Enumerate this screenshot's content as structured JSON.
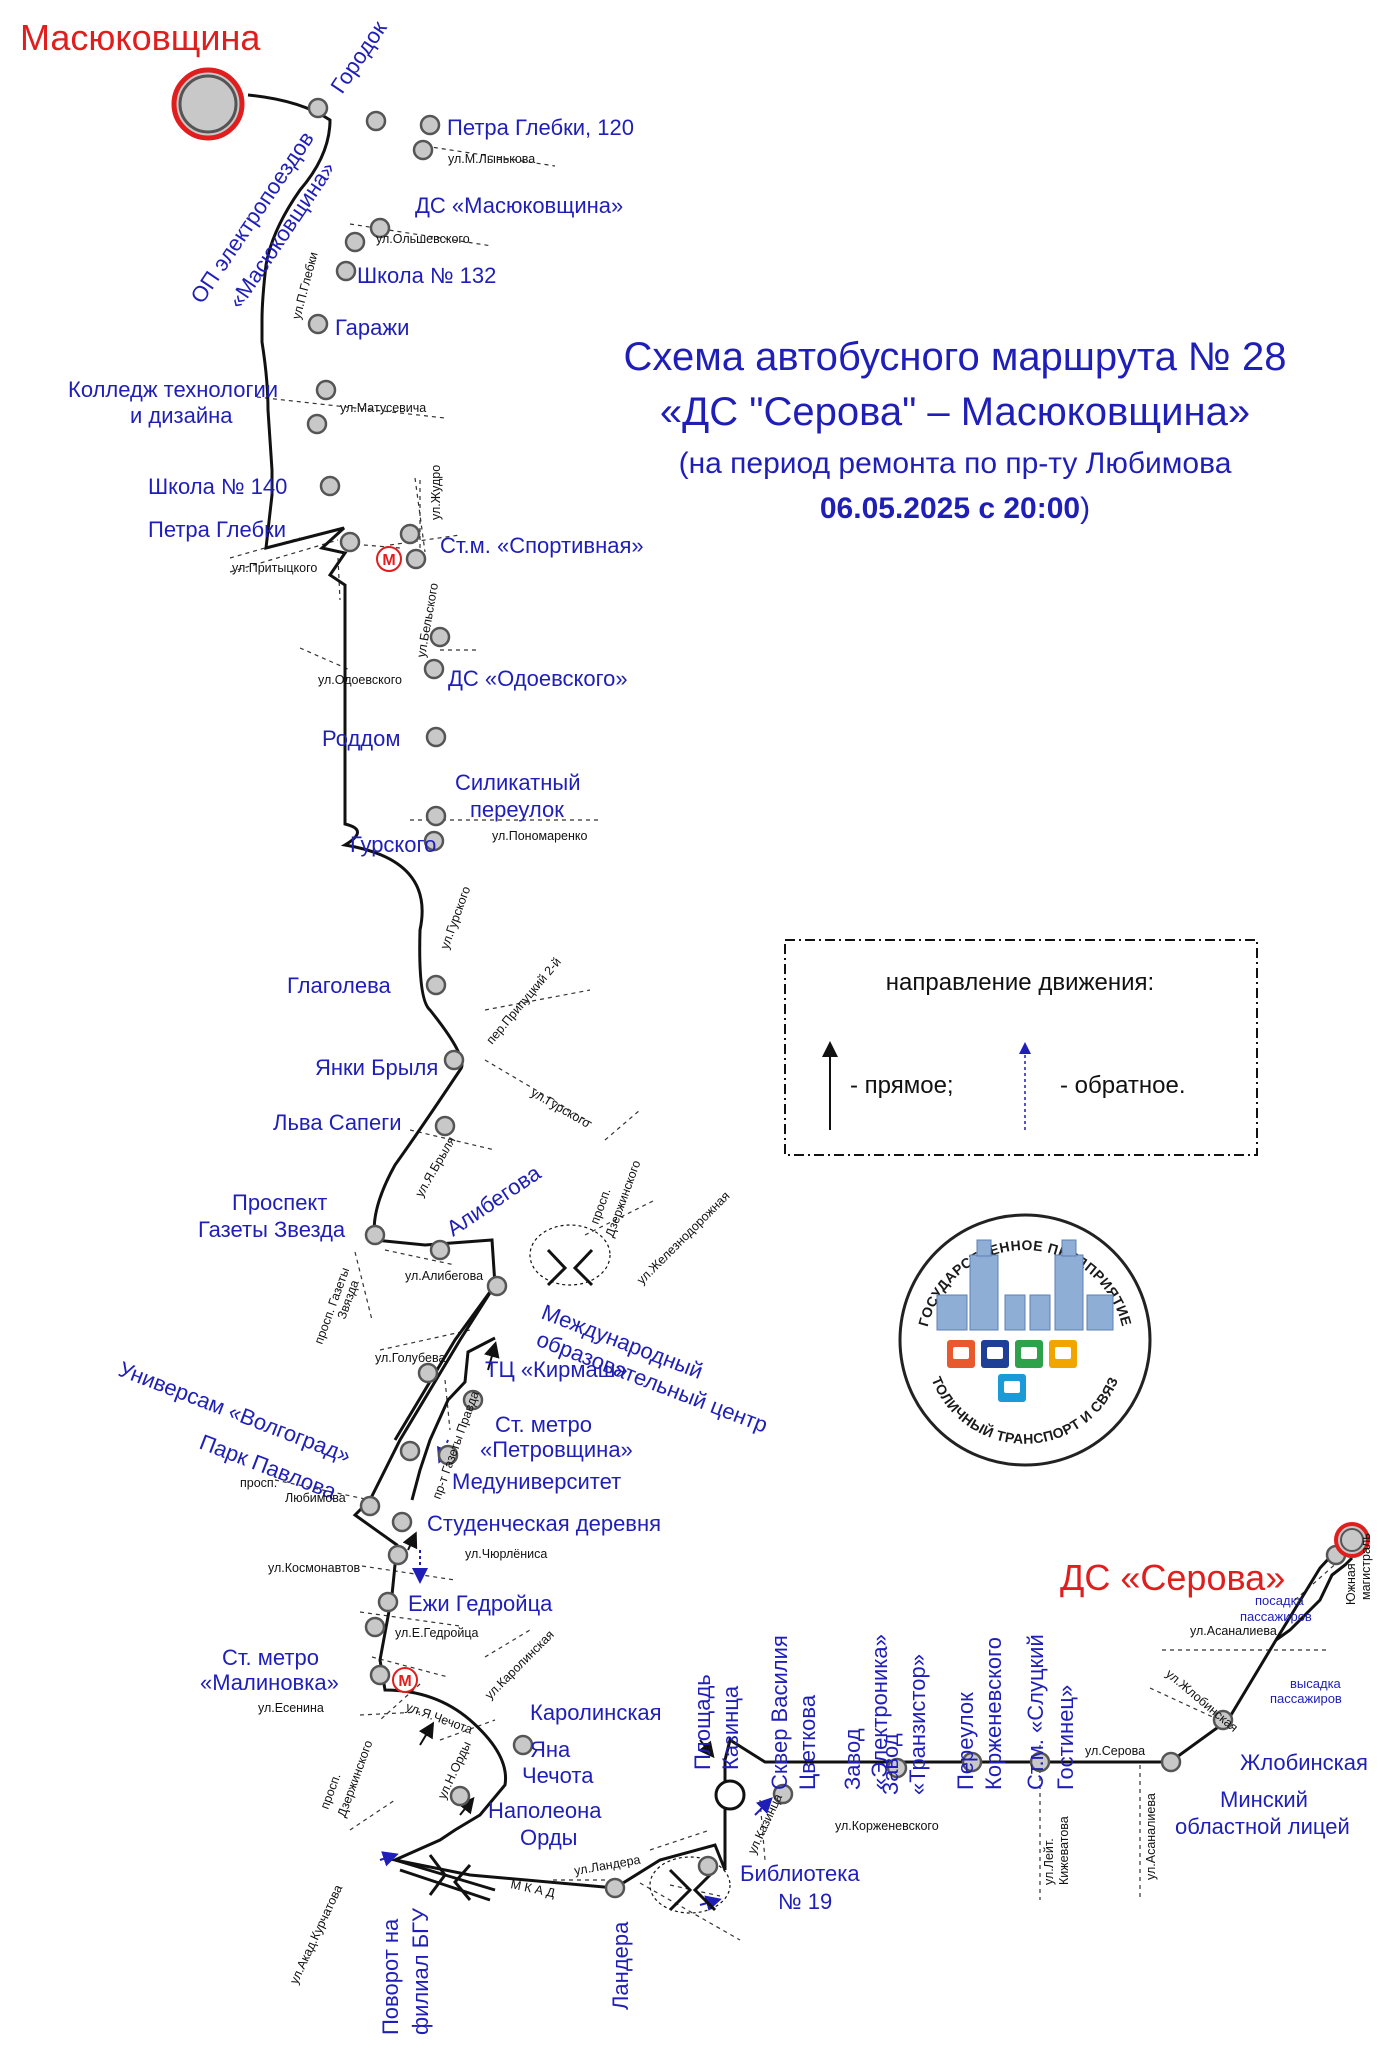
{
  "title": {
    "line1": "Схема автобусного маршрута № 28",
    "line2": "«ДС \"Серова\" – Масюковщина»",
    "line3": "(на период ремонта по пр-ту Любимова",
    "line4_bold": "06.05.2025 с 20:00",
    "line4_close": ")"
  },
  "terminals": {
    "north": "Масюковщина",
    "south": "ДС «Серова»"
  },
  "stops": {
    "gorodok": "Городок",
    "petra_glebki_120": "Петра Глебки, 120",
    "op_1": "ОП электропоездов",
    "op_2": "«Масюковщина»",
    "ds_masyukovshchina": "ДС «Масюковщина»",
    "school_132": "Школа № 132",
    "garazhi": "Гаражи",
    "college_1": "Колледж технологии",
    "college_2": "и дизайна",
    "school_140": "Школа № 140",
    "petra_glebki": "Петра Глебки",
    "st_m_sportivnaya": "Ст.м. «Спортивная»",
    "ds_odoevskogo": "ДС «Одоевского»",
    "roddom": "Роддом",
    "silikatny_1": "Силикатный",
    "silikatny_2": "переулок",
    "gurskogo": "Гурского",
    "glagoleva": "Глаголева",
    "yanki_brylya": "Янки Брыля",
    "lva_sapegi": "Льва Сапеги",
    "prospekt_gz_1": "Проспект",
    "prospekt_gz_2": "Газеты Звезда",
    "alibegova": "Алибегова",
    "mezhd_1": "Международный",
    "mezhd_2": "образовательный центр",
    "tc_kirmash": "ТЦ «Кирмаш»",
    "univermag": "Универсам «Волгоград»",
    "petrovshchina_1": "Ст. метро",
    "petrovshchina_2": "«Петровщина»",
    "park_pavlova": "Парк Павлова",
    "meduniversitet": "Медуниверситет",
    "studencheskaya": "Студенческая деревня",
    "ezhi_gedroytsa": "Ежи Гедройца",
    "malinovka_1": "Ст. метро",
    "malinovka_2": "«Малиновка»",
    "karolinskaya": "Каролинская",
    "yana_chechota_1": "Яна",
    "yana_chechota_2": "Чечота",
    "napoleona_ordy_1": "Наполеона",
    "napoleona_ordy_2": "Орды",
    "povorot_1": "Поворот на",
    "povorot_2": "филиал БГУ",
    "landera": "Ландера",
    "biblioteka_1": "Библиотека",
    "biblioteka_2": "№ 19",
    "ploshchad_1": "Площадь",
    "ploshchad_2": "Казинца",
    "skver_1": "Сквер Василия",
    "skver_2": "Цветкова",
    "zavod_el_1": "Завод",
    "zavod_el_2": "«Электроника»",
    "zavod_tr_1": "Завод",
    "zavod_tr_2": "«Транзистор»",
    "pereulok_1": "Переулок",
    "pereulok_2": "Корженевского",
    "slutsky_1": "Ст.м. «Слуцкий",
    "slutsky_2": "Гостинец»",
    "minsky_1": "Минский",
    "minsky_2": "областной лицей",
    "zhlobinskaya": "Жлобинская",
    "posadka_1": "посадка",
    "posadka_2": "пассажиров",
    "vysadka_1": "высадка",
    "vysadka_2": "пассажиров"
  },
  "streets": {
    "m_lynkova": "ул.М.Лынькова",
    "olshevskogo": "ул.Ольшевского",
    "p_glebki": "ул.П.Глебки",
    "matusevicha": "ул.Матусевича",
    "zhudro": "ул.Жудро",
    "pritytskogo": "ул.Притыцкого",
    "belskogo": "ул.Бельского",
    "odoevskogo": "ул.Одоевского",
    "ponomarenko": "ул.Пономаренко",
    "gurskogo_1": "ул.Гурского",
    "pripuskogo": "пер.Припуцкий 2-й",
    "gurskogo_2": "ул.Гурского",
    "ya_brylya": "ул.Я.Брыля",
    "dzerzhinskogo_1": "просп.",
    "dzerzhinskogo_2": "Дзержинского",
    "zheleznodorozhnaya": "ул.Железнодорожная",
    "gazety_zvyazda_1": "просп. Газеты",
    "gazety_zvyazda_2": "Звязда",
    "alibegova": "ул.Алибегова",
    "golubeva": "ул.Голубева",
    "gazety_pravda": "пр-т Газеты Правда",
    "lyubimova_1": "просп.",
    "lyubimova_2": "Любимова",
    "chyurlyonisa": "ул.Чюрлёниса",
    "kosmonavtov": "ул.Космонавтов",
    "e_gedroytsa": "ул.Е.Гедройца",
    "karolinskaya": "ул.Каролинская",
    "esenina": "ул.Есенина",
    "ya_chechota": "ул.Я.Чечота",
    "dzerzhinskogo_3": "просп.",
    "dzerzhinskogo_4": "Дзержинского",
    "n_ordy": "ул.Н.Орды",
    "mkad": "М К А Д",
    "landera": "ул.Ландера",
    "kazintsa": "ул.Казинца",
    "akad_kurchatova": "ул.Акад.Курчатова",
    "korzhenevskogo": "ул.Корженевского",
    "leyt_kizhevatova_1": "ул.Лейт.",
    "leyt_kizhevatova_2": "Кижеватова",
    "serova": "ул.Серова",
    "asanalieva_1": "ул.Асаналиева",
    "zhlobinskaya": "ул.Жлобинская",
    "asanalieva_2": "ул.Асаналиева",
    "yuzhnaya_1": "Южная",
    "yuzhnaya_2": "магистраль"
  },
  "metro_symbol": "М",
  "legend": {
    "heading": "направление движения:",
    "forward": "- прямое;",
    "reverse": "- обратное."
  },
  "logo": {
    "top_text": "ГОСУДАРСТВЕННОЕ ПРЕДПРИЯТИЕ",
    "bottom_text": "СТОЛИЧНЫЙ ТРАНСПОРТ И СВЯЗЬ",
    "tile_icons": [
      "bus-icon",
      "trolleybus-icon",
      "tram-icon",
      "minibus-icon",
      "metro-train-icon"
    ]
  },
  "colors": {
    "label_blue": "#1f1fb8",
    "terminal_red": "#e01e1e",
    "route_black": "#111111",
    "stop_fill": "#c8c8c8",
    "reverse_arrow": "#1f1fb8"
  }
}
